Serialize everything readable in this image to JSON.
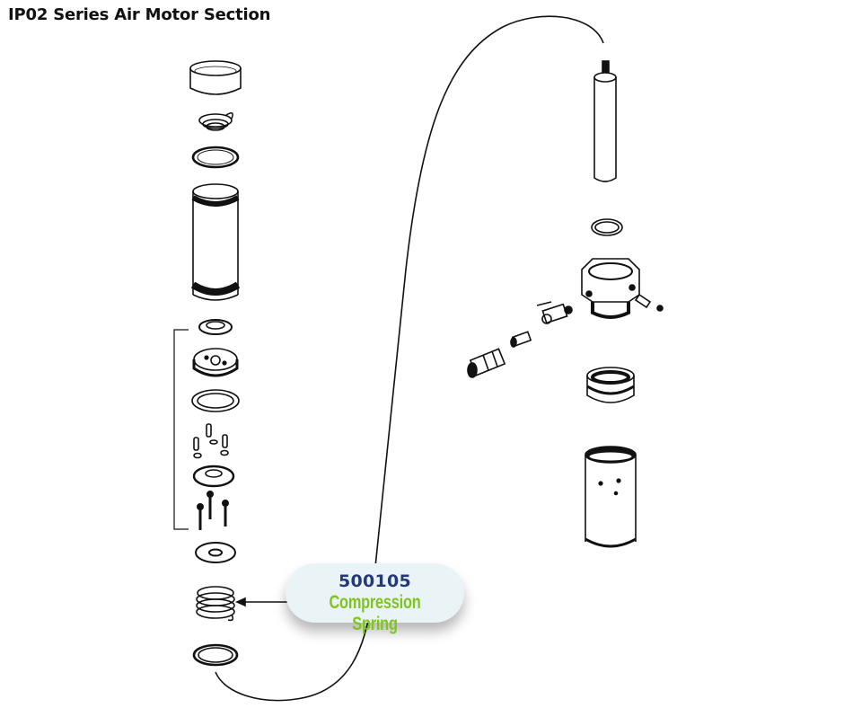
{
  "title": "IP02 Series Air Motor Section",
  "callout": {
    "part_number": "500105",
    "part_name": "Compression Spring",
    "colors": {
      "part_number": "#233a7a",
      "part_name": "#7ec51c",
      "background": "#eaf4f6"
    }
  },
  "left_column_parts": [
    "cap",
    "small-spring",
    "o-ring",
    "cylinder",
    "piston-seal",
    "piston",
    "piston-o-ring",
    "valve-pins",
    "valve-plate",
    "bolts",
    "washer",
    "compression-spring",
    "bottom-o-ring"
  ],
  "right_column_parts": [
    "piston-rod",
    "rod-seal",
    "manifold-housing",
    "ball-valve",
    "nipple-fitting",
    "quick-coupler",
    "side-fitting",
    "seal-ring",
    "sleeve"
  ],
  "highlighted_part": "compression-spring"
}
